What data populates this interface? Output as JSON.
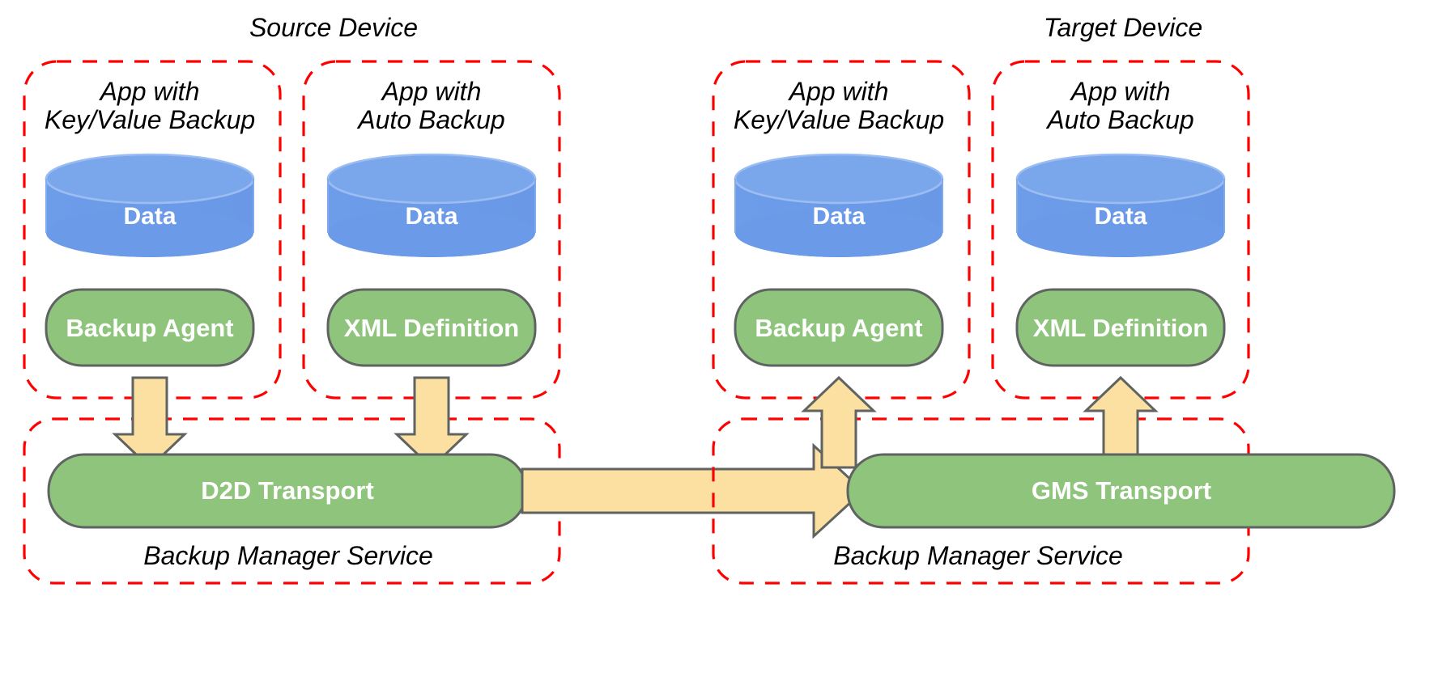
{
  "diagram": {
    "title_left": "Source Device",
    "title_right": "Target Device",
    "colors": {
      "panel_border": "#ff0000",
      "green_fill": "#8FC47C",
      "green_stroke": "#5F6361",
      "blue_fill": "#6B9BE8",
      "blue_light": "#8FB5EE",
      "arrow_fill": "#FCE0A2",
      "arrow_stroke": "#5F6361",
      "text_on_shape": "#ffffff",
      "label_text": "#000000",
      "background": "#ffffff"
    },
    "devices": [
      {
        "name": "Source Device",
        "apps": [
          {
            "label": "App with\nKey/Value Backup",
            "data_label": "Data",
            "component_label": "Backup Agent"
          },
          {
            "label": "App with\nAuto Backup",
            "data_label": "Data",
            "component_label": "XML Definition"
          }
        ],
        "service": {
          "transport_label": "D2D Transport",
          "service_label": "Backup Manager Service"
        },
        "flow_direction": "down"
      },
      {
        "name": "Target Device",
        "apps": [
          {
            "label": "App with\nKey/Value Backup",
            "data_label": "Data",
            "component_label": "Backup Agent"
          },
          {
            "label": "App with\nAuto Backup",
            "data_label": "Data",
            "component_label": "XML Definition"
          }
        ],
        "service": {
          "transport_label": "GMS Transport",
          "service_label": "Backup Manager Service"
        },
        "flow_direction": "up"
      }
    ],
    "transfer_arrow": {
      "from": "D2D Transport",
      "to": "GMS Transport",
      "direction": "right",
      "label": ""
    }
  }
}
